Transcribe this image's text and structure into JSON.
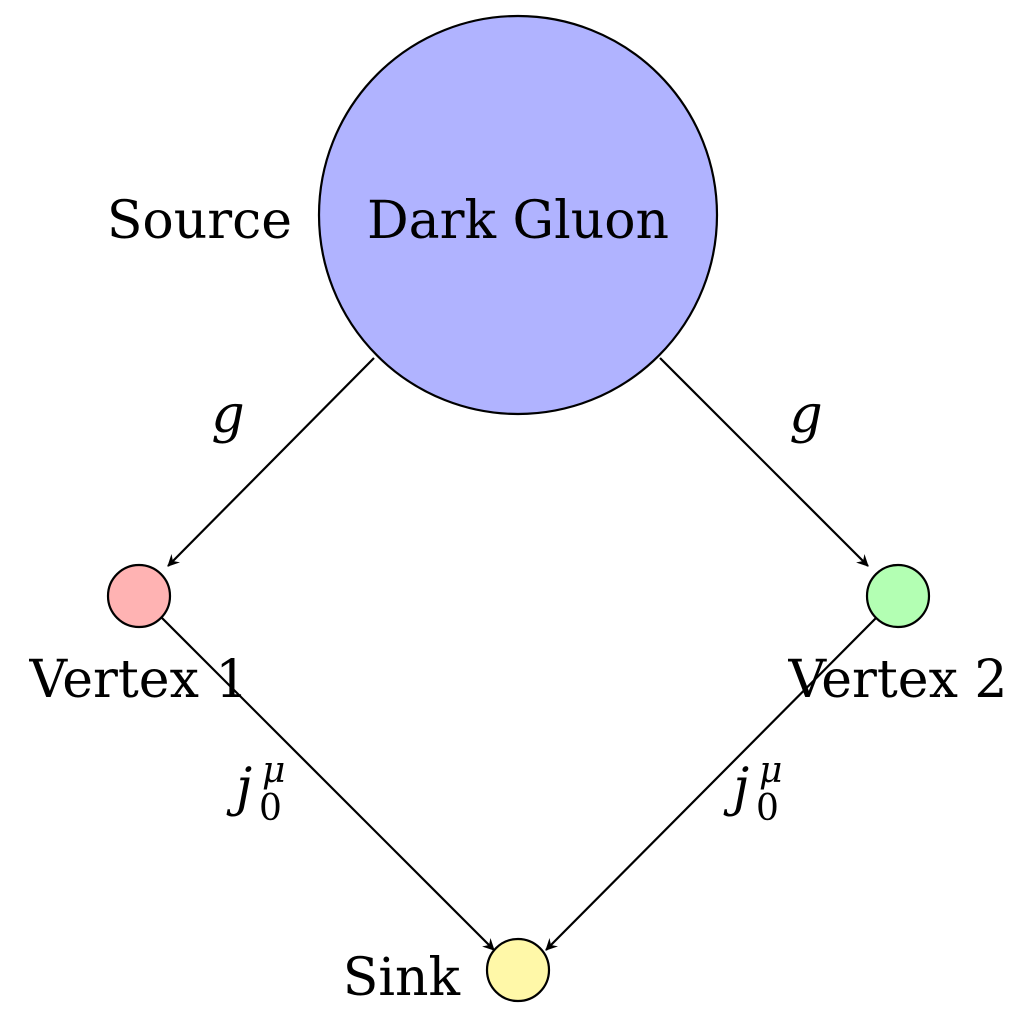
{
  "nodes": {
    "dark_gluon": {
      "label": "Dark Gluon",
      "color": "#b0b3ff"
    },
    "vertex1": {
      "label": "Vertex 1",
      "color": "#ffb3b3"
    },
    "vertex2": {
      "label": "Vertex 2",
      "color": "#b3ffb3"
    },
    "sink": {
      "label": "Sink",
      "color": "#fff8a8"
    }
  },
  "labels": {
    "source": "Source"
  },
  "edges": [
    {
      "from": "Dark Gluon",
      "to": "Vertex 1",
      "symbol": "g"
    },
    {
      "from": "Dark Gluon",
      "to": "Vertex 2",
      "symbol": "g"
    },
    {
      "from": "Vertex 1",
      "to": "Sink",
      "symbol": "j",
      "sub": "0",
      "sup": "μ"
    },
    {
      "from": "Vertex 2",
      "to": "Sink",
      "symbol": "j",
      "sub": "0",
      "sup": "μ"
    }
  ]
}
